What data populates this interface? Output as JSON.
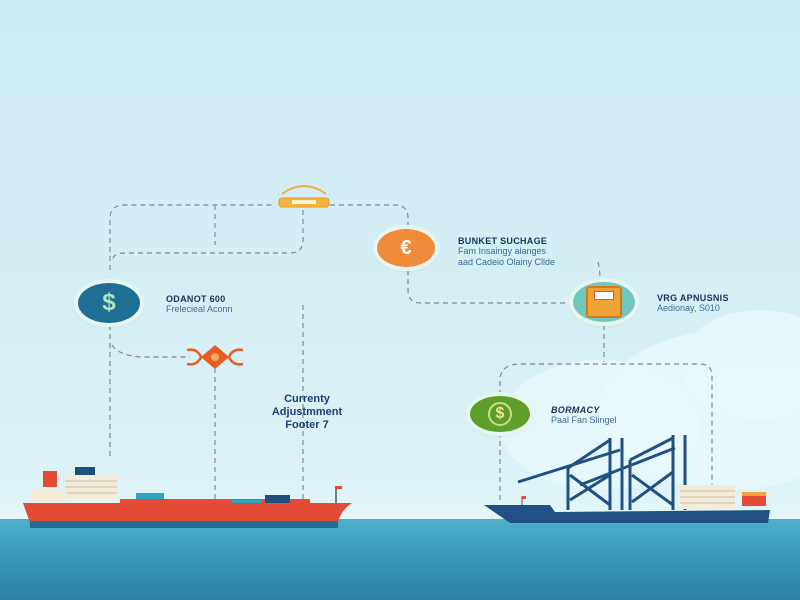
{
  "diagram": {
    "nodes": [
      {
        "id": "dollar",
        "icon": "dollar-coin-icon",
        "glyph": "$",
        "color": "#1f6f95",
        "title": "ODANOT 600",
        "subtitle": "Frelecieal Aconn"
      },
      {
        "id": "euro",
        "icon": "euro-coin-icon",
        "glyph": "€",
        "color": "#ef8a3b",
        "title": "BUNKET SUCHAGE",
        "subtitle": "Fam Insaingy alanges",
        "subtitle2": "aad Cadeio Olainy Cllde"
      },
      {
        "id": "fuel",
        "icon": "fuel-pump-icon",
        "glyph": "⛽",
        "color": "#f0a235",
        "title": "VRG APNUSNIS",
        "subtitle": "Aedionay, S010"
      },
      {
        "id": "green",
        "icon": "green-dollar-coin-icon",
        "glyph": "$",
        "color": "#5e9e2a",
        "title": "BORMACY",
        "subtitle": "Paal Fan Slingel"
      }
    ],
    "center_label": {
      "line1": "Currenty",
      "line2": "Adjustmment",
      "line3": "Footer 7"
    },
    "top_icon": "cargo-ship-icon",
    "mid_icon": "ornament-diamond-icon"
  },
  "colors": {
    "sky_top": "#cdeaf1",
    "sea": "#3a97bd",
    "ship_red": "#e44b36",
    "ship_blue": "#1f5184",
    "dash": "#7d8c96"
  }
}
